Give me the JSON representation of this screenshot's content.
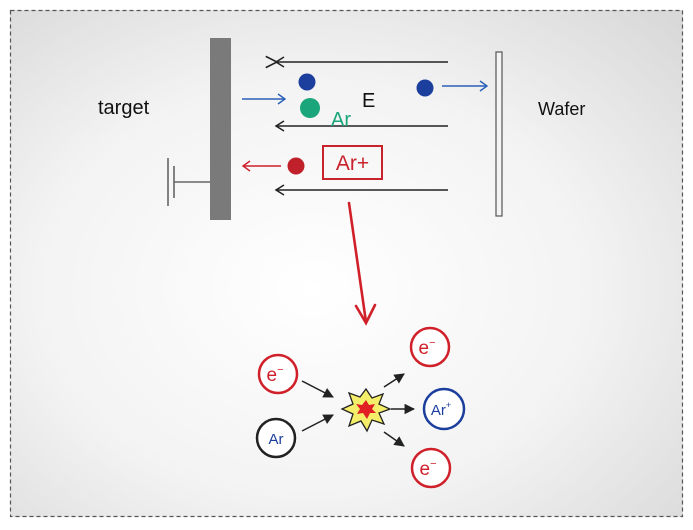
{
  "labels": {
    "target": "target",
    "wafer": "Wafer",
    "field": "E",
    "argon": "Ar",
    "argon_ion": "Ar+"
  },
  "reaction": {
    "electron_in": "e",
    "electron_in_sup": "−",
    "argon_in": "Ar",
    "electron_out_top": "e",
    "electron_out_top_sup": "−",
    "argon_ion_out": "Ar",
    "argon_ion_out_sup": "+",
    "electron_out_bottom": "e",
    "electron_out_bottom_sup": "−"
  },
  "colors": {
    "electron": "#1c3f9e",
    "argon": "#1aa67a",
    "ion": "#c0202a",
    "ion_text": "#c8232c",
    "arrow_blue": "#2a5fb8",
    "arrow_red": "#d0202a",
    "dark": "#222222",
    "plate": "#7a7a7a"
  }
}
